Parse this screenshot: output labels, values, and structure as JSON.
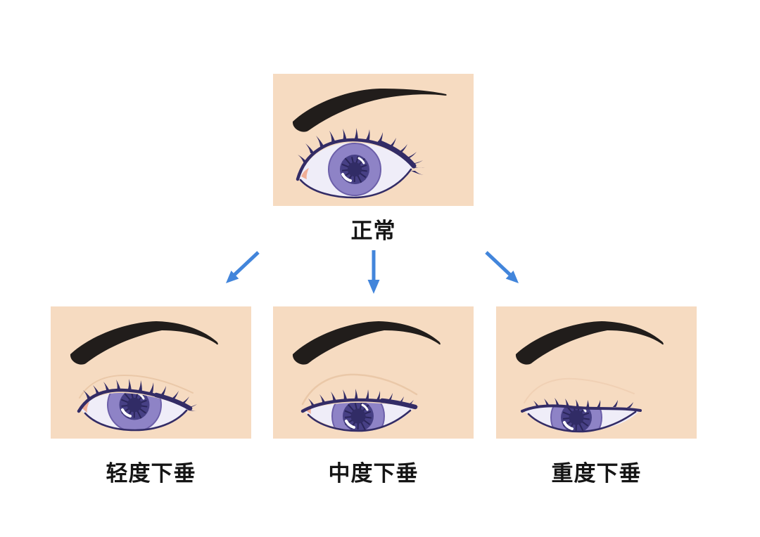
{
  "diagram": {
    "nodes": [
      {
        "id": "normal",
        "label": "正常",
        "severity": "normal"
      },
      {
        "id": "mild",
        "label": "轻度下垂",
        "severity": "mild"
      },
      {
        "id": "moderate",
        "label": "中度下垂",
        "severity": "moderate"
      },
      {
        "id": "severe",
        "label": "重度下垂",
        "severity": "severe"
      }
    ],
    "arrows": [
      {
        "from": "normal",
        "to": "mild",
        "direction": "down-left"
      },
      {
        "from": "normal",
        "to": "moderate",
        "direction": "down"
      },
      {
        "from": "normal",
        "to": "severe",
        "direction": "down-right"
      }
    ]
  },
  "colors": {
    "background": "#ffffff",
    "skin": "#f6dbc1",
    "ink": "#211d1b",
    "outline": "#332c66",
    "sclera": "#efedf8",
    "irisOuter": "#8e83c6",
    "irisRing": "#6c5fa9",
    "irisInner": "#474085",
    "spoke": "#2b265a",
    "pupil": "#312c66",
    "highlight": "#ffffff",
    "tear": "#f0ae96",
    "crease": "#e8c4a3",
    "arrow": "#4285db",
    "text": "#151515"
  }
}
